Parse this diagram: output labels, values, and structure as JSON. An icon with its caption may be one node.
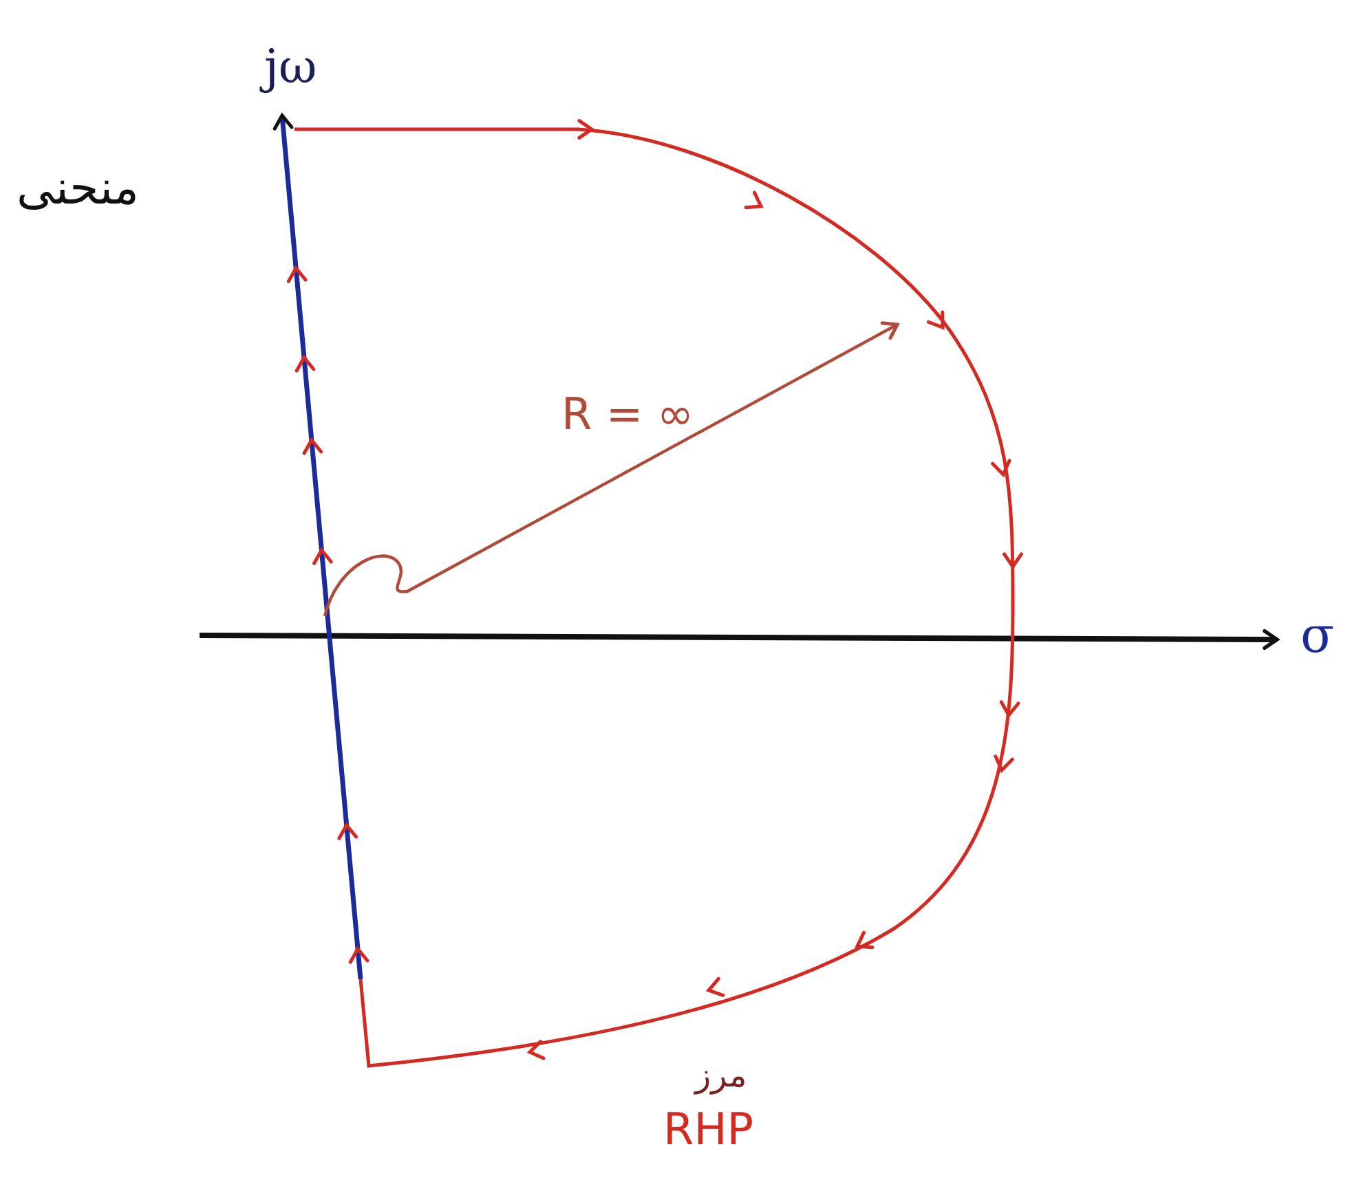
{
  "diagram": {
    "labels": [
      "jω",
      "منحنی",
      "R = ∞",
      "σ",
      "مرز",
      "RHP"
    ]
  }
}
